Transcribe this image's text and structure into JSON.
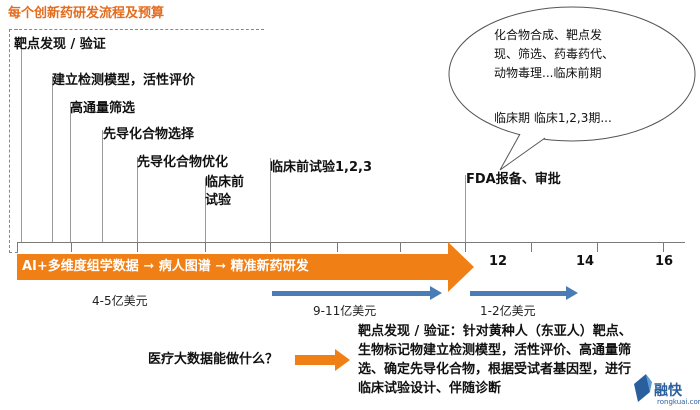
{
  "title": "每个创新药研发流程及预算",
  "stages": [
    "靶点发现 / 验证",
    "建立检测模型，活性评价",
    "高通量筛选",
    "先导化合物选择",
    "先导化合物优化",
    "临床前",
    "试验",
    "临床前试验1,2,3",
    "FDA报备、审批"
  ],
  "bubble": {
    "lines": [
      "化合物合成、靶点发",
      "现、筛选、药毒药代、",
      "动物毒理...临床前期"
    ],
    "line2": "临床期 临床1,2,3期..."
  },
  "timeline": {
    "numbers": [
      "12",
      "14",
      "16"
    ],
    "arrow_label": "AI+多维度组学数据 ➞ 病人图谱 ➞ 精准新药研发"
  },
  "budgets": [
    "4-5亿美元",
    "9-11亿美元",
    "1-2亿美元"
  ],
  "question": "医疗大数据能做什么？",
  "answer_lines": [
    "靶点发现 / 验证：针对黄种人（东亚人）靶点、",
    "生物标记物建立检测模型，活性评价、高通量筛",
    "选、确定先导化合物，根据受试者基因型，进行",
    "临床试验设计、伴随诊断"
  ],
  "logo": {
    "name": "融快",
    "domain": "rongkuai.com"
  },
  "colors": {
    "orange": "#f07f16",
    "blue": "#4a7cb5",
    "title": "#e36c1e"
  }
}
